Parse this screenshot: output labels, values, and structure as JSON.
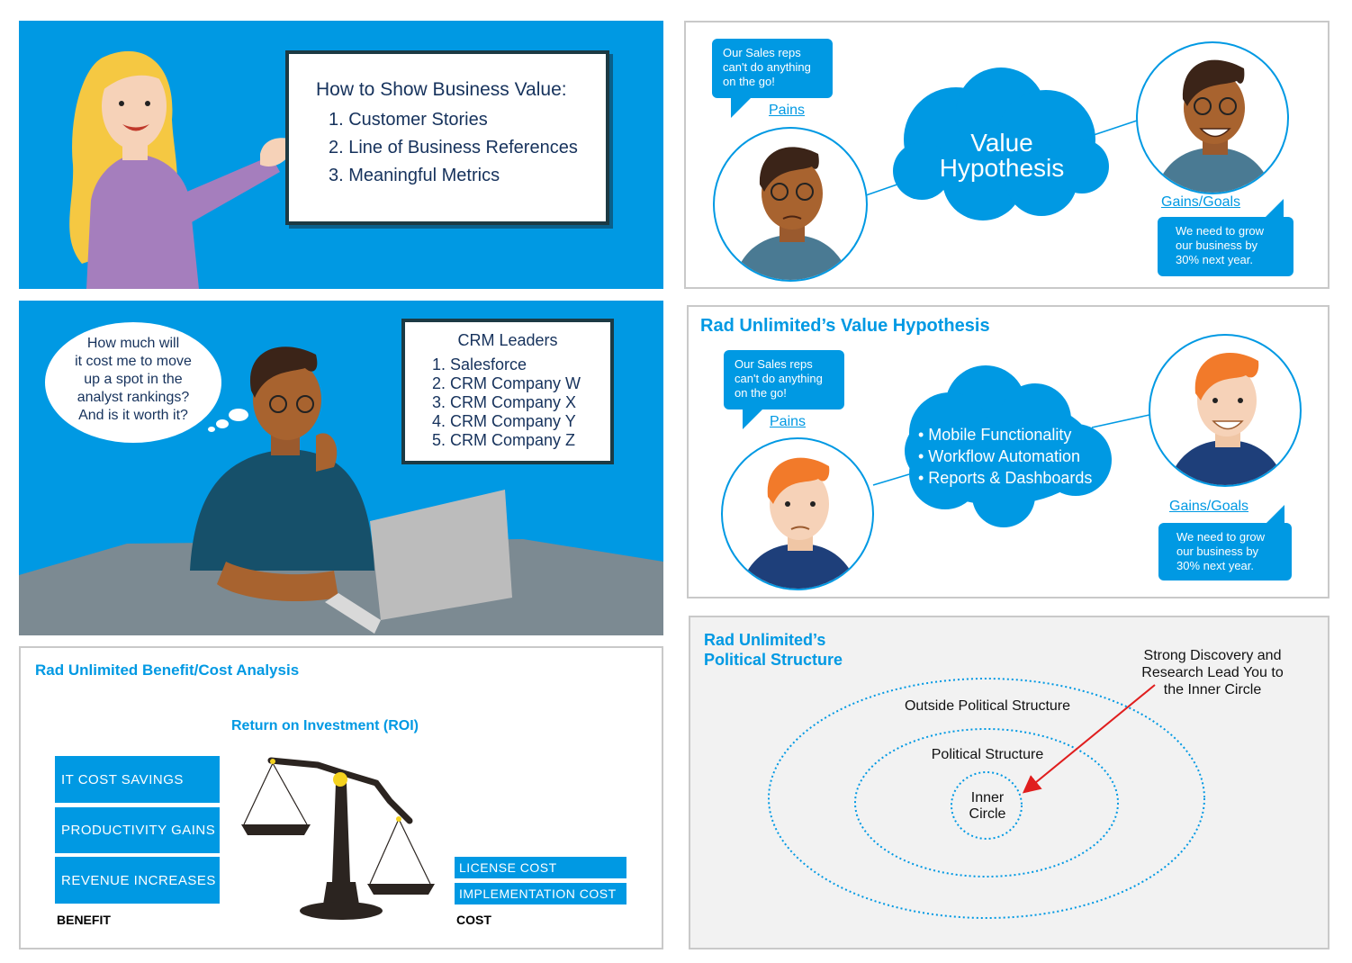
{
  "colors": {
    "accent": "#0099e3",
    "navy": "#16325c",
    "panel_border": "#c9c9c9",
    "desk": "#7c8a92",
    "arrow": "#e01e1e"
  },
  "panel1": {
    "board": {
      "title": "How to Show Business Value:",
      "items": [
        "1. Customer Stories",
        "2. Line of Business References",
        "3. Meaningful Metrics"
      ]
    }
  },
  "panel2": {
    "pain_bubble": [
      "Our Sales reps",
      "can't do anything",
      "on the go!"
    ],
    "pains_label": "Pains",
    "cloud_text": [
      "Value",
      "Hypothesis"
    ],
    "gains_label": "Gains/Goals",
    "gain_bubble": [
      "We need to grow",
      "our business by",
      "30% next year."
    ]
  },
  "panel3": {
    "thought": [
      "How much will",
      "it cost me to move",
      "up a spot in the",
      "analyst rankings?",
      "And is it worth it?"
    ],
    "leaders": {
      "title": "CRM Leaders",
      "items": [
        "1. Salesforce",
        "2. CRM Company W",
        "3. CRM Company X",
        "4. CRM Company Y",
        "5. CRM Company Z"
      ]
    }
  },
  "panel4": {
    "title": "Rad Unlimited’s Value Hypothesis",
    "pain_bubble": [
      "Our Sales reps",
      "can't do anything",
      "on the go!"
    ],
    "pains_label": "Pains",
    "cloud_items": [
      "• Mobile Functionality",
      "• Workflow Automation",
      "• Reports & Dashboards"
    ],
    "gains_label": "Gains/Goals",
    "gain_bubble": [
      "We need to grow",
      "our business by",
      "30% next year."
    ]
  },
  "panel5": {
    "title": "Rad Unlimited Benefit/Cost Analysis",
    "roi_title": "Return on Investment (ROI)",
    "benefits": [
      "IT COST SAVINGS",
      "PRODUCTIVITY GAINS",
      "REVENUE INCREASES"
    ],
    "benefit_label": "BENEFIT",
    "costs": [
      "LICENSE COST",
      "IMPLEMENTATION COST"
    ],
    "cost_label": "COST"
  },
  "panel6": {
    "title": [
      "Rad Unlimited’s",
      "Political Structure"
    ],
    "outer_label": "Outside Political Structure",
    "middle_label": "Political Structure",
    "inner_label": [
      "Inner",
      "Circle"
    ],
    "annotation": [
      "Strong Discovery and",
      "Research Lead You to",
      "the Inner Circle"
    ]
  }
}
